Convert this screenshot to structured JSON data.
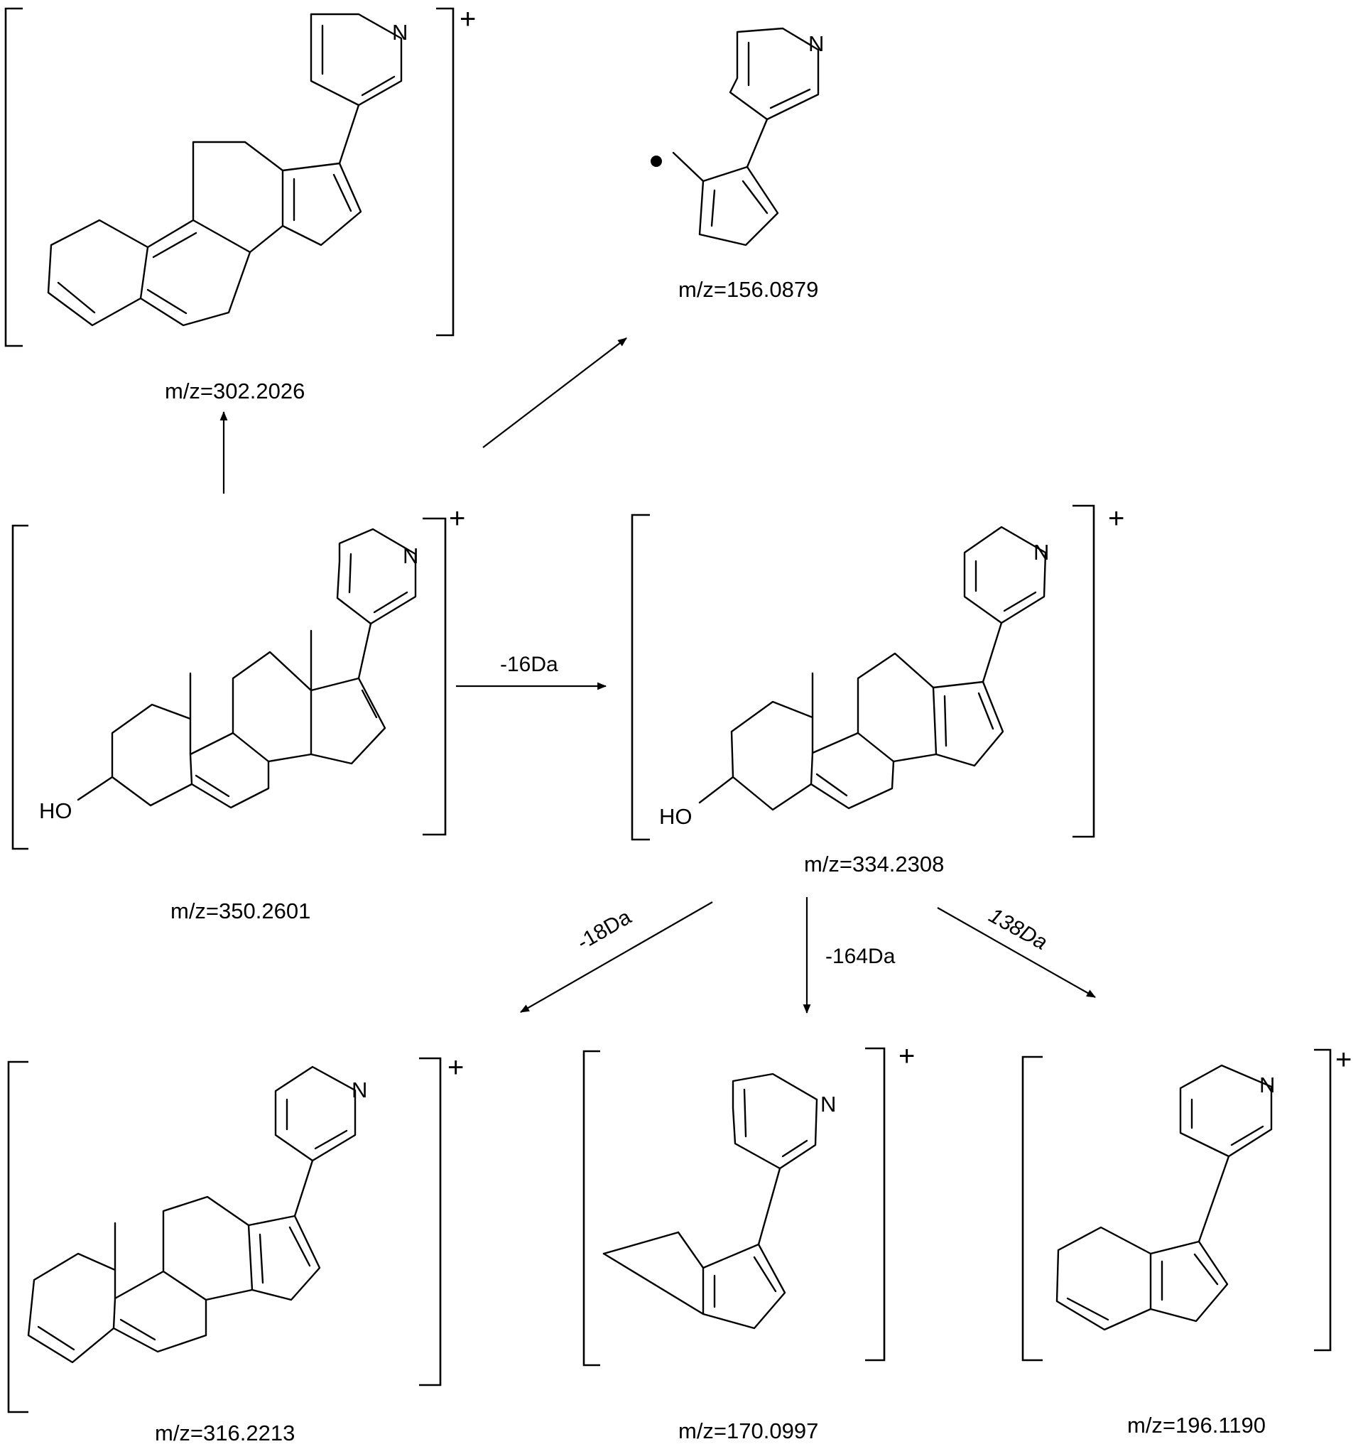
{
  "species": [
    {
      "id": "precursor",
      "label": "m/z=350.2601",
      "charge": "+",
      "atoms": [
        "N",
        "HO"
      ]
    },
    {
      "id": "frag_302",
      "label": "m/z=302.2026",
      "charge": "+",
      "atoms": [
        "N"
      ]
    },
    {
      "id": "frag_156",
      "label": "m/z=156.0879",
      "charge": "",
      "atoms": [
        "N"
      ]
    },
    {
      "id": "frag_334",
      "label": "m/z=334.2308",
      "charge": "+",
      "atoms": [
        "N",
        "HO"
      ]
    },
    {
      "id": "frag_316",
      "label": "m/z=316.2213",
      "charge": "+",
      "atoms": [
        "N"
      ]
    },
    {
      "id": "frag_170",
      "label": "m/z=170.0997",
      "charge": "+",
      "atoms": [
        "N"
      ]
    },
    {
      "id": "frag_196",
      "label": "m/z=196.1190",
      "charge": "+",
      "atoms": [
        "N"
      ]
    }
  ],
  "steps": [
    {
      "from": "precursor",
      "to": "frag_302",
      "label": ""
    },
    {
      "from": "precursor",
      "to": "frag_156",
      "label": ""
    },
    {
      "from": "precursor",
      "to": "frag_334",
      "label": "-16Da"
    },
    {
      "from": "frag_334",
      "to": "frag_316",
      "label": "-18Da"
    },
    {
      "from": "frag_334",
      "to": "frag_170",
      "label": "-164Da"
    },
    {
      "from": "frag_334",
      "to": "frag_196",
      "label": "138Da"
    }
  ]
}
